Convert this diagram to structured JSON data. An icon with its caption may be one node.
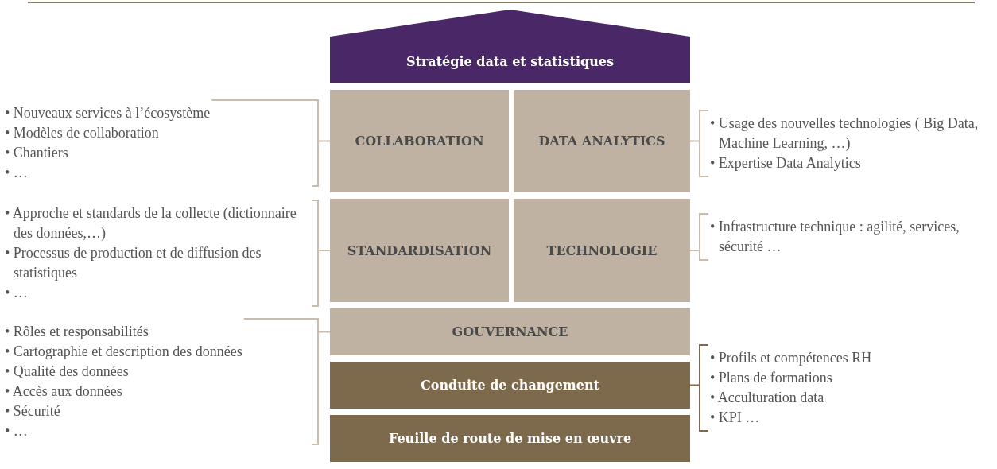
{
  "diagram": {
    "nodes": [
      {
        "text": [
          "Stratégie data et statistiques"
        ]
      },
      {
        "text": [
          "COLLABORATION"
        ]
      },
      {
        "text": [
          "DATA ANALYTICS"
        ]
      },
      {
        "text": [
          "STANDARDISATION"
        ]
      },
      {
        "text": [
          "TECHNOLOGIE"
        ]
      },
      {
        "text": [
          "GOUVERNANCE"
        ]
      },
      {
        "text": [
          "Conduite de changement"
        ]
      },
      {
        "text": [
          "Feuille de route de mise en œuvre"
        ]
      },
      {
        "text": [
          "• Nouveaux services à l’écosystème",
          "• Modèles de collaboration",
          "• Chantiers",
          "• …"
        ]
      },
      {
        "text": [
          "• Usage des nouvelles technologies ( Big Data, Machine Learning, …)",
          "• Expertise Data Analytics"
        ]
      },
      {
        "text": [
          "• Approche et standards de la collecte (dictionnaire des données,…)",
          "• Processus de production et de diffusion des statistiques",
          "• …"
        ]
      },
      {
        "text": [
          "• Infrastructure technique : agilité, services, sécurité …"
        ]
      },
      {
        "text": [
          "• Rôles et responsabilités",
          "• Cartographie et description des données",
          "• Qualité des données",
          "• Accès aux données",
          "• Sécurité",
          "• …"
        ]
      },
      {
        "text": [
          "• Profils et compétences RH",
          "• Plans de formations",
          "• Acculturation data",
          "• KPI …"
        ]
      }
    ],
    "edges": [
      {
        "from": 8,
        "to": 1,
        "arrow": "none"
      },
      {
        "from": 9,
        "to": 2,
        "arrow": "none"
      },
      {
        "from": 10,
        "to": 3,
        "arrow": "none"
      },
      {
        "from": 11,
        "to": 4,
        "arrow": "none"
      },
      {
        "from": 12,
        "to": 5,
        "arrow": "none"
      },
      {
        "from": 13,
        "to": 6,
        "arrow": "none",
        "color": "#7d6a4c"
      }
    ]
  }
}
